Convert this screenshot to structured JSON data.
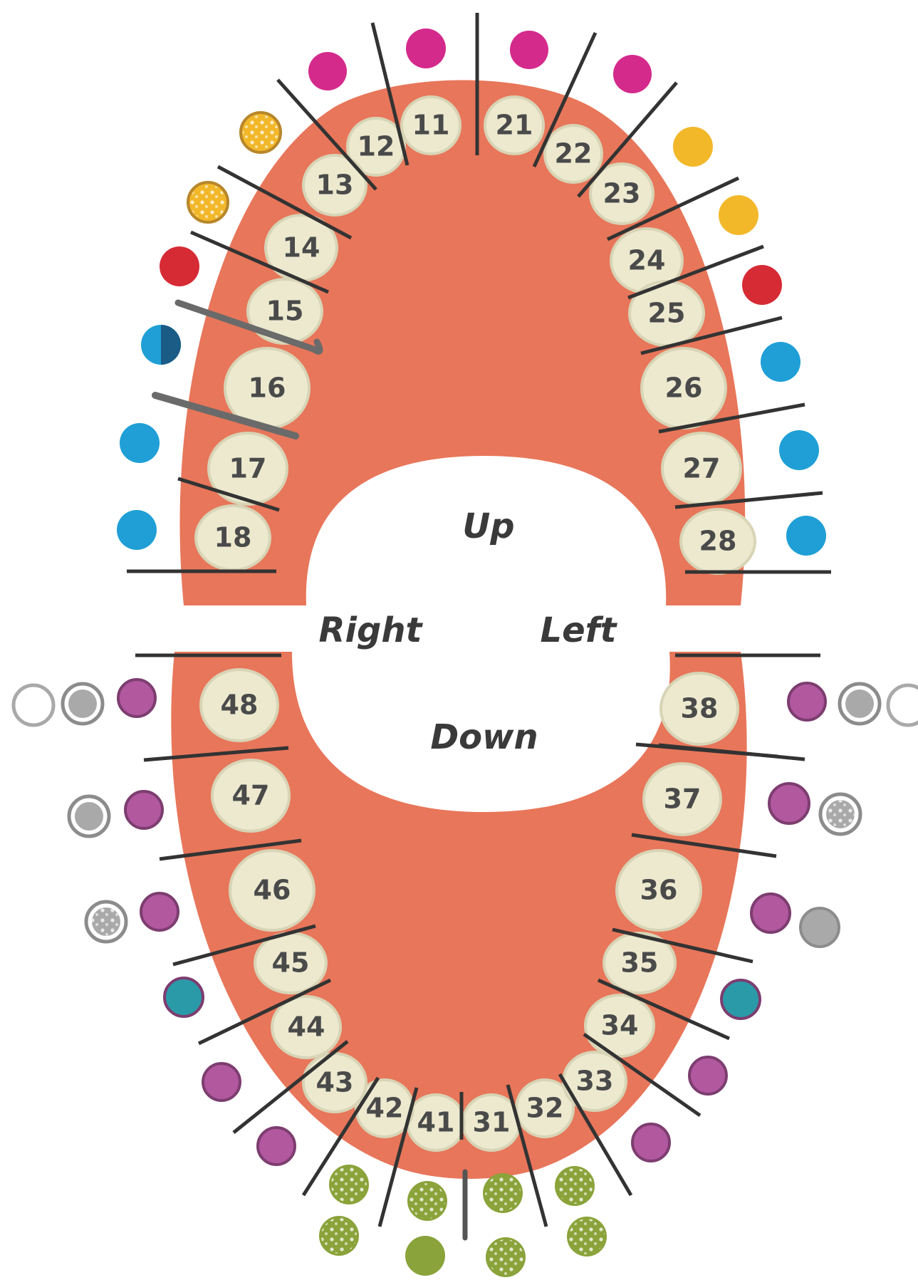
{
  "directions": {
    "up": "Up",
    "down": "Down",
    "right": "Right",
    "left": "Left"
  },
  "colors": {
    "gum": "#e8765a",
    "gum_edge": "#d9603f",
    "tooth": "#ece9cf",
    "tooth_edge": "#d8d4b6",
    "divider": "#333333",
    "magenta": "#d42a8c",
    "yellow": "#f2b82a",
    "red": "#d62b35",
    "blue": "#1f9fd6",
    "purple": "#b1589f",
    "teal": "#2a9aa8",
    "gray": "#a9a9a9",
    "olive": "#8aa33a"
  },
  "teeth": [
    {
      "label": "11"
    },
    {
      "label": "12"
    },
    {
      "label": "13"
    },
    {
      "label": "14"
    },
    {
      "label": "15"
    },
    {
      "label": "16"
    },
    {
      "label": "17"
    },
    {
      "label": "18"
    },
    {
      "label": "21"
    },
    {
      "label": "22"
    },
    {
      "label": "23"
    },
    {
      "label": "24"
    },
    {
      "label": "25"
    },
    {
      "label": "26"
    },
    {
      "label": "27"
    },
    {
      "label": "28"
    },
    {
      "label": "31"
    },
    {
      "label": "32"
    },
    {
      "label": "33"
    },
    {
      "label": "34"
    },
    {
      "label": "35"
    },
    {
      "label": "36"
    },
    {
      "label": "37"
    },
    {
      "label": "38"
    },
    {
      "label": "41"
    },
    {
      "label": "42"
    },
    {
      "label": "43"
    },
    {
      "label": "44"
    },
    {
      "label": "45"
    },
    {
      "label": "46"
    },
    {
      "label": "47"
    },
    {
      "label": "48"
    }
  ],
  "markers": [
    {
      "tooth": "11",
      "color": "magenta",
      "style": "solid"
    },
    {
      "tooth": "12",
      "color": "magenta",
      "style": "solid"
    },
    {
      "tooth": "13",
      "color": "yellow",
      "style": "textured"
    },
    {
      "tooth": "14",
      "color": "yellow",
      "style": "textured"
    },
    {
      "tooth": "15",
      "color": "red",
      "style": "solid"
    },
    {
      "tooth": "16",
      "color": "blue",
      "style": "half"
    },
    {
      "tooth": "17",
      "color": "blue",
      "style": "solid"
    },
    {
      "tooth": "18",
      "color": "blue",
      "style": "solid"
    },
    {
      "tooth": "21",
      "color": "magenta",
      "style": "solid"
    },
    {
      "tooth": "22",
      "color": "magenta",
      "style": "solid"
    },
    {
      "tooth": "23",
      "color": "yellow",
      "style": "solid"
    },
    {
      "tooth": "24",
      "color": "yellow",
      "style": "solid"
    },
    {
      "tooth": "25",
      "color": "red",
      "style": "solid"
    },
    {
      "tooth": "26",
      "color": "blue",
      "style": "solid"
    },
    {
      "tooth": "27",
      "color": "blue",
      "style": "solid"
    },
    {
      "tooth": "28",
      "color": "blue",
      "style": "solid"
    },
    {
      "tooth": "48",
      "color": "purple",
      "style": "solid"
    },
    {
      "tooth": "48",
      "color": "gray",
      "style": "ring-filled"
    },
    {
      "tooth": "48",
      "color": "gray",
      "style": "ring-empty"
    },
    {
      "tooth": "47",
      "color": "purple",
      "style": "solid"
    },
    {
      "tooth": "47",
      "color": "gray",
      "style": "ring-filled"
    },
    {
      "tooth": "46",
      "color": "purple",
      "style": "solid"
    },
    {
      "tooth": "46",
      "color": "gray",
      "style": "ring-textured"
    },
    {
      "tooth": "45",
      "color": "teal",
      "style": "solid"
    },
    {
      "tooth": "44",
      "color": "purple",
      "style": "solid"
    },
    {
      "tooth": "43",
      "color": "purple",
      "style": "solid"
    },
    {
      "tooth": "38",
      "color": "purple",
      "style": "solid"
    },
    {
      "tooth": "38",
      "color": "gray",
      "style": "ring-filled"
    },
    {
      "tooth": "38",
      "color": "gray",
      "style": "ring-empty"
    },
    {
      "tooth": "37",
      "color": "purple",
      "style": "solid"
    },
    {
      "tooth": "37",
      "color": "gray",
      "style": "ring-textured"
    },
    {
      "tooth": "36",
      "color": "purple",
      "style": "solid"
    },
    {
      "tooth": "36",
      "color": "gray",
      "style": "solid"
    },
    {
      "tooth": "35",
      "color": "teal",
      "style": "solid"
    },
    {
      "tooth": "34",
      "color": "purple",
      "style": "solid"
    },
    {
      "tooth": "33",
      "color": "purple",
      "style": "solid"
    },
    {
      "tooth": "42",
      "color": "olive",
      "style": "textured"
    },
    {
      "tooth": "42",
      "color": "olive",
      "style": "textured"
    },
    {
      "tooth": "41",
      "color": "olive",
      "style": "textured"
    },
    {
      "tooth": "41",
      "color": "olive",
      "style": "solid"
    },
    {
      "tooth": "31",
      "color": "olive",
      "style": "textured"
    },
    {
      "tooth": "31",
      "color": "olive",
      "style": "textured"
    },
    {
      "tooth": "32",
      "color": "olive",
      "style": "textured"
    },
    {
      "tooth": "32",
      "color": "olive",
      "style": "textured"
    }
  ]
}
